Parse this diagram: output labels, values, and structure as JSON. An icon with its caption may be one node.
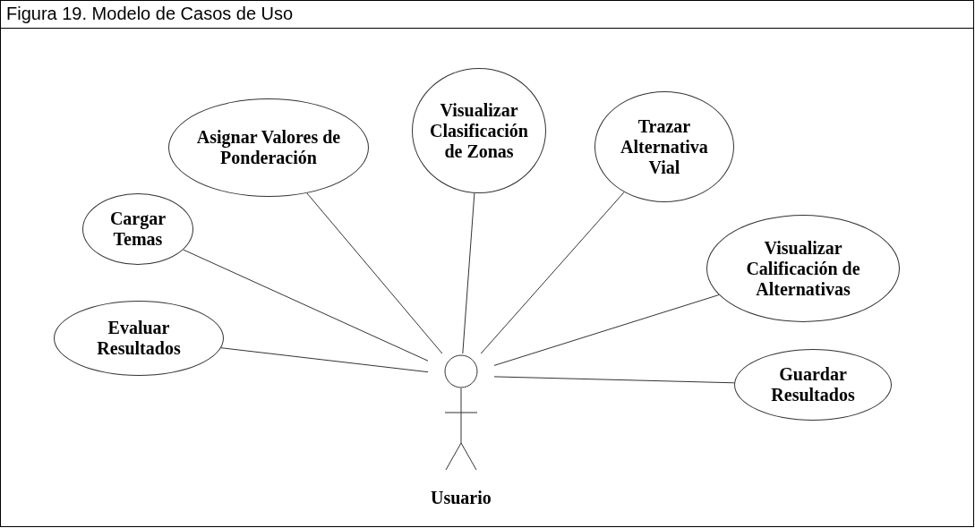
{
  "diagram": {
    "title": "Figura 19. Modelo de Casos de Uso",
    "nodes": [
      {
        "text": [
          "Visualizar Clasificación de Zonas"
        ]
      },
      {
        "text": [
          "Asignar Valores de Ponderación"
        ]
      },
      {
        "text": [
          "Trazar Alternativa Vial"
        ]
      },
      {
        "text": [
          "Cargar Temas"
        ]
      },
      {
        "text": [
          "Visualizar Calificación de Alternativas"
        ]
      },
      {
        "text": [
          "Evaluar Resultados"
        ]
      },
      {
        "text": [
          "Guardar Resultados"
        ]
      },
      {
        "text": [
          "Usuario"
        ]
      }
    ],
    "edges": [
      {
        "from": 7,
        "to": 0,
        "arrow": "none"
      },
      {
        "from": 7,
        "to": 1,
        "arrow": "none"
      },
      {
        "from": 7,
        "to": 2,
        "arrow": "none"
      },
      {
        "from": 7,
        "to": 3,
        "arrow": "none"
      },
      {
        "from": 7,
        "to": 4,
        "arrow": "none"
      },
      {
        "from": 7,
        "to": 5,
        "arrow": "none"
      },
      {
        "from": 7,
        "to": 6,
        "arrow": "none"
      }
    ]
  }
}
